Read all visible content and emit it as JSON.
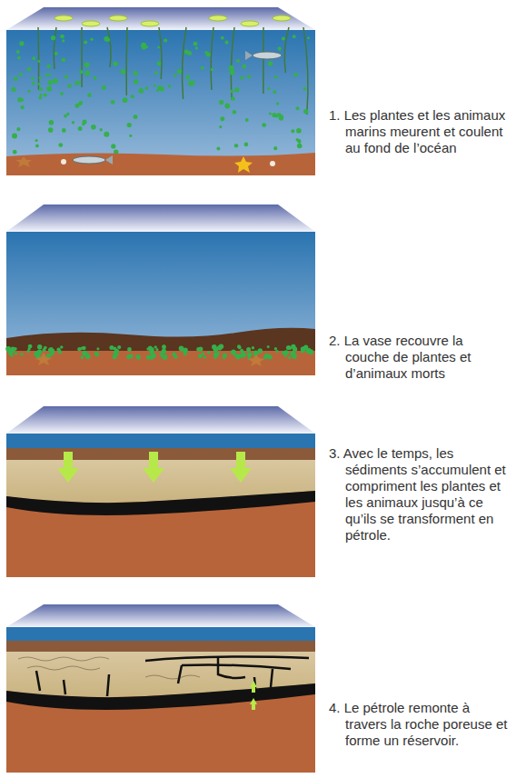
{
  "diagram": {
    "labels": [
      "1. Les plantes et les animaux marins meurent et coulent au fond de l’océan",
      "2. La vase recouvre la couche de plantes et d’animaux morts",
      "3. Avec le temps, les sédiments s’accumulent et compriment les plantes et les animaux jusqu’à ce qu’ils se transforment en pétrole.",
      "4. Le pétrole remonte à travers la roche poreuse et forme un réservoir."
    ]
  }
}
